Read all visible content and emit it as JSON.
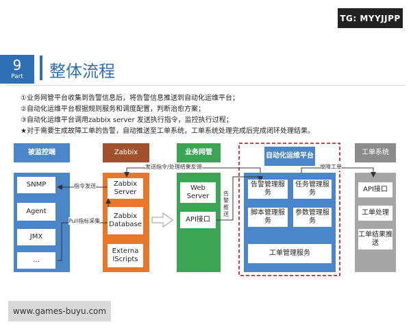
{
  "badge": {
    "text": "TG: MYYJJPP"
  },
  "section": {
    "number": "9",
    "label": "Part",
    "title": "整体流程"
  },
  "description": [
    "①业务网管平台收集到告警信息后，将告警信息推送到自动化运维平台；",
    "②自动化运维平台根据规则服务和调度配置，判断治愈方案；",
    "③自动化运维平台调用zabbix server 发送执行指令，监控执行过程；",
    "★对于需要生成故障工单的告警，自动推送至工单系统，工单系统处理完成后完成闭环处理结果。"
  ],
  "columns": {
    "monitored": {
      "header": "被监控端",
      "nodes": [
        "SNMP",
        "Agent",
        "JMX",
        "…"
      ]
    },
    "zabbix": {
      "header": "Zabbix",
      "nodes": [
        "Zabbix Server",
        "Zabbix Database",
        "Externa lScripts"
      ]
    },
    "biz": {
      "header": "业务网管",
      "nodes": [
        "Web Server",
        "API接口"
      ]
    },
    "auto": {
      "header": "自动化运维平台",
      "nodes": [
        "告警管理服务",
        "任务管理服务",
        "脚本管理服务",
        "参数管理服务",
        "工单管理服务"
      ]
    },
    "ticket": {
      "header": "工单系统",
      "nodes": [
        "API接口",
        "工单处理",
        "工单结果推送"
      ]
    }
  },
  "edges": {
    "send_cmd": "发送指令/处理结果反馈",
    "fault_ticket": "故障工单",
    "cmd_send": "指令发送",
    "pull": "Pull指标采集",
    "alert_push": "告警推送"
  },
  "site": {
    "text": "www.games-buyu.com"
  },
  "colors": {
    "blue": "#4a86c8",
    "brown": "#a0522d",
    "orange": "#e8762b",
    "green": "#3aa655",
    "gray": "#8c8c8c",
    "red_dashed": "#c00000"
  }
}
